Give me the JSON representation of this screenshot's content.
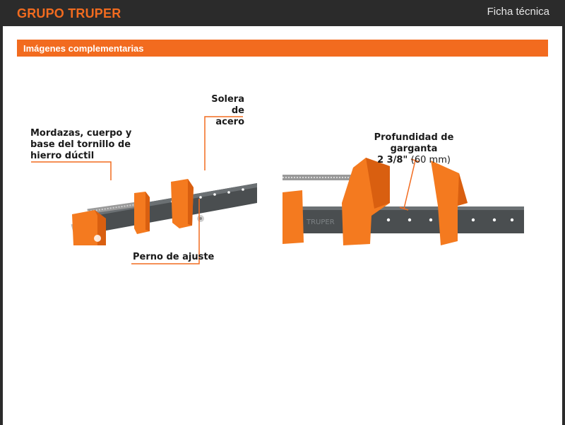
{
  "header": {
    "brand": "GRUPO TRUPER",
    "doc_type": "Ficha técnica"
  },
  "section": {
    "title": "Imágenes complementarias"
  },
  "callouts": {
    "jaws_line1": "Mordazas, cuerpo y",
    "jaws_line2": "base del tornillo de",
    "jaws_line3": "hierro dúctil",
    "steel_line1": "Solera de",
    "steel_line2": "acero",
    "pin": "Perno de ajuste",
    "throat_title": "Profundidad de garganta",
    "throat_value": "2 3/8\"",
    "throat_metric": "(60 mm)"
  },
  "bar_stamp": "TRUPER",
  "colors": {
    "accent": "#f26b1f",
    "clamp_orange": "#f47a1f",
    "bar_dark": "#4a4e50"
  }
}
